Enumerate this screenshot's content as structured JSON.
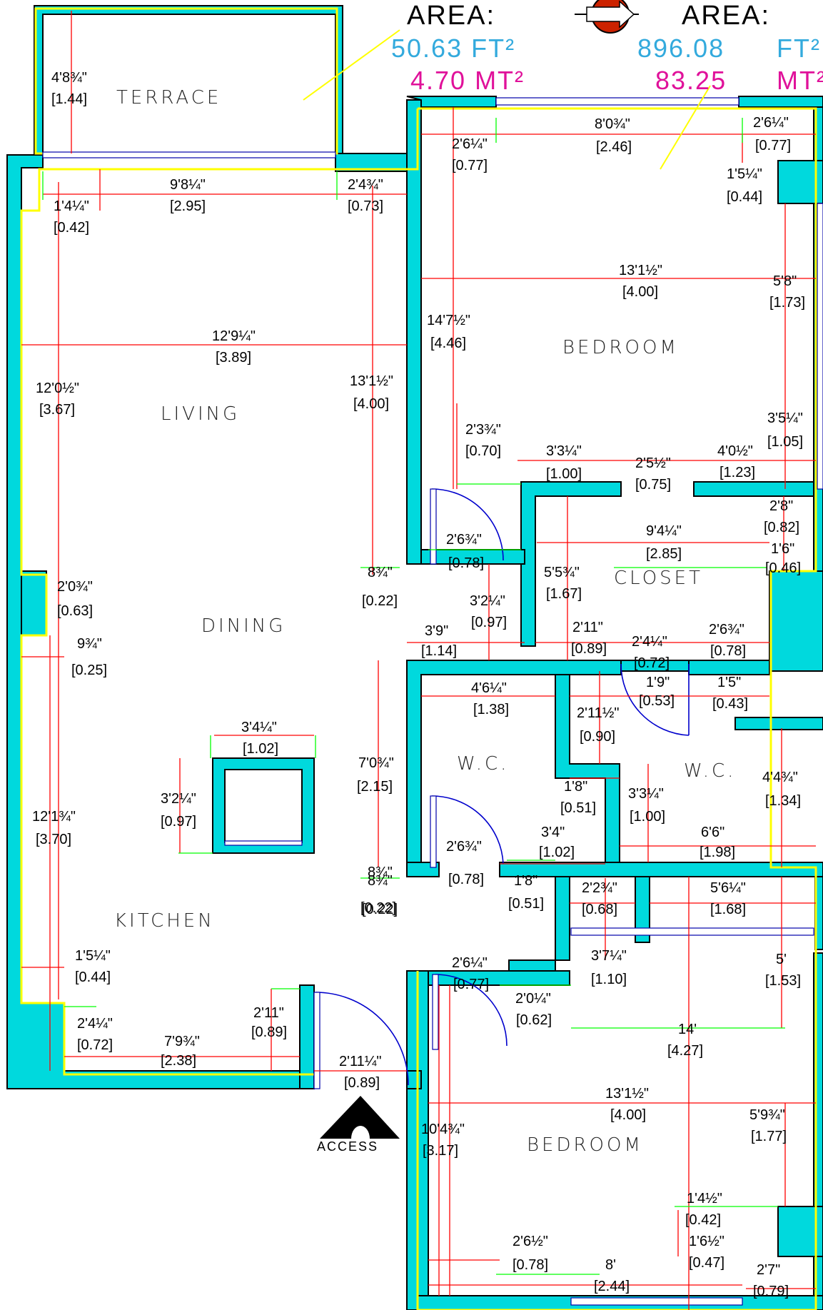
{
  "rooms": {
    "terrace": "TERRACE",
    "living": "LIVING",
    "dining": "DINING",
    "kitchen": "KITCHEN",
    "bedroom_top": "BEDROOM",
    "closet": "CLOSET",
    "wc_left": "W.C.",
    "wc_right": "W.C.",
    "bedroom_bottom": "BEDROOM"
  },
  "area_terrace": {
    "label": "AREA:",
    "ft": "50.63 FT²",
    "mt": "4.70 MT²"
  },
  "area_main": {
    "label": "AREA:",
    "ft": "896.08",
    "ft_unit": "FT²",
    "mt": "83.25",
    "mt_unit": "MT²"
  },
  "access": "ACCESS",
  "colors": {
    "wall": "#00d9dd",
    "outline": "#ffff00",
    "dimension": "#ff0000",
    "extension": "#00ff00",
    "door": "#0000cc",
    "area_ft": "#33aadd",
    "area_mt": "#e0119a"
  },
  "dimensions": [
    {
      "ft": "4'8¾\"",
      "m": "[1.44]"
    },
    {
      "ft": "9'8¼\"",
      "m": "[2.95]"
    },
    {
      "ft": "2'4¾\"",
      "m": "[0.73]"
    },
    {
      "ft": "1'4¼\"",
      "m": "[0.42]"
    },
    {
      "ft": "12'9¼\"",
      "m": "[3.89]"
    },
    {
      "ft": "12'0½\"",
      "m": "[3.67]"
    },
    {
      "ft": "13'1½\"",
      "m": "[4.00]"
    },
    {
      "ft": "2'0¾\"",
      "m": "[0.63]"
    },
    {
      "ft": "9¾\"",
      "m": "[0.25]"
    },
    {
      "ft": "8¾\"",
      "m": "[0.22]"
    },
    {
      "ft": "3'4¼\"",
      "m": "[1.02]"
    },
    {
      "ft": "3'2¼\"",
      "m": "[0.97]"
    },
    {
      "ft": "12'1¾\"",
      "m": "[3.70]"
    },
    {
      "ft": "1'5¼\"",
      "m": "[0.44]"
    },
    {
      "ft": "2'4¼\"",
      "m": "[0.72]"
    },
    {
      "ft": "7'9¾\"",
      "m": "[2.38]"
    },
    {
      "ft": "2'11\"",
      "m": "[0.89]"
    },
    {
      "ft": "2'11¼\"",
      "m": "[0.89]"
    },
    {
      "ft": "2'6¼\"",
      "m": "[0.77]"
    },
    {
      "ft": "8'0¾\"",
      "m": "[2.46]"
    },
    {
      "ft": "2'6¼\"",
      "m": "[0.77]"
    },
    {
      "ft": "1'5¼\"",
      "m": "[0.44]"
    },
    {
      "ft": "13'1½\"",
      "m": "[4.00]"
    },
    {
      "ft": "5'8\"",
      "m": "[1.73]"
    },
    {
      "ft": "14'7½\"",
      "m": "[4.46]"
    },
    {
      "ft": "3'5¼\"",
      "m": "[1.05]"
    },
    {
      "ft": "2'3¾\"",
      "m": "[0.70]"
    },
    {
      "ft": "3'3¼\"",
      "m": "[1.00]"
    },
    {
      "ft": "2'5½\"",
      "m": "[0.75]"
    },
    {
      "ft": "4'0½\"",
      "m": "[1.23]"
    },
    {
      "ft": "2'8\"",
      "m": "[0.82]"
    },
    {
      "ft": "2'6¾\"",
      "m": "[0.78]"
    },
    {
      "ft": "9'4¼\"",
      "m": "[2.85]"
    },
    {
      "ft": "1'6\"",
      "m": "[0.46]"
    },
    {
      "ft": "5'5¾\"",
      "m": "[1.67]"
    },
    {
      "ft": "8¾\"",
      "m": "[0.22]"
    },
    {
      "ft": "3'2¼\"",
      "m": "[0.97]"
    },
    {
      "ft": "3'9\"",
      "m": "[1.14]"
    },
    {
      "ft": "2'11\"",
      "m": "[0.89]"
    },
    {
      "ft": "2'4¼\"",
      "m": "[0.72]"
    },
    {
      "ft": "2'6¾\"",
      "m": "[0.78]"
    },
    {
      "ft": "4'6¼\"",
      "m": "[1.38]"
    },
    {
      "ft": "1'9\"",
      "m": "[0.53]"
    },
    {
      "ft": "1'5\"",
      "m": "[0.43]"
    },
    {
      "ft": "2'11½\"",
      "m": "[0.90]"
    },
    {
      "ft": "7'0¾\"",
      "m": "[2.15]"
    },
    {
      "ft": "4'4¾\"",
      "m": "[1.34]"
    },
    {
      "ft": "1'8\"",
      "m": "[0.51]"
    },
    {
      "ft": "3'3¼\"",
      "m": "[1.00]"
    },
    {
      "ft": "3'4\"",
      "m": "[1.02]"
    },
    {
      "ft": "6'6\"",
      "m": "[1.98]"
    },
    {
      "ft": "2'6¾\"",
      "m": "[0.78]"
    },
    {
      "ft": "8¾\"",
      "m": "[0.22]"
    },
    {
      "ft": "1'8\"",
      "m": "[0.51]"
    },
    {
      "ft": "2'2¾\"",
      "m": "[0.68]"
    },
    {
      "ft": "5'6¼\"",
      "m": "[1.68]"
    },
    {
      "ft": "3'7¼\"",
      "m": "[1.10]"
    },
    {
      "ft": "5'",
      "m": "[1.53]"
    },
    {
      "ft": "2'6¼\"",
      "m": "[0.77]"
    },
    {
      "ft": "2'0¼\"",
      "m": "[0.62]"
    },
    {
      "ft": "14'",
      "m": "[4.27]"
    },
    {
      "ft": "13'1½\"",
      "m": "[4.00]"
    },
    {
      "ft": "5'9¾\"",
      "m": "[1.77]"
    },
    {
      "ft": "10'4¾\"",
      "m": "[3.17]"
    },
    {
      "ft": "1'4½\"",
      "m": "[0.42]"
    },
    {
      "ft": "1'6½\"",
      "m": "[0.47]"
    },
    {
      "ft": "2'6½\"",
      "m": "[0.78]"
    },
    {
      "ft": "8'",
      "m": "[2.44]"
    },
    {
      "ft": "2'7\"",
      "m": "[0.79]"
    }
  ]
}
